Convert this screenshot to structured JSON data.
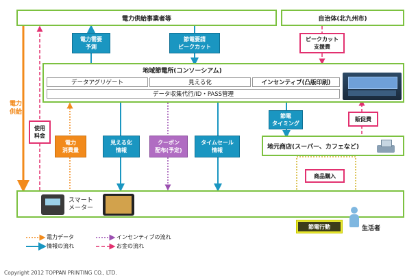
{
  "boxes": {
    "utility": "電力供給事業者等",
    "municipality": "自治体(北九州市)",
    "consortium": "地域節電所(コンソーシアム)",
    "data_aggregate": "データアグリゲート",
    "visualization": "見える化",
    "incentive": "インセンティブ(凸版印刷)",
    "data_collection": "データ収集代行/ID・PASS管理",
    "local_shops": "地元商店(スーパー、カフェなど)",
    "smart_meter": "スマート\nメーター",
    "resident": "生活者"
  },
  "tags": {
    "power_demand": "電力需要\n予測",
    "saving_request": "節電要請\nピークカット",
    "peak_cut_subsidy": "ピークカット\n支援費",
    "saving_timing": "節電\nタイミング",
    "promotion_cost": "販促費",
    "power_consumption": "電力\n消費量",
    "visualization_info": "見える化\n情報",
    "coupon": "クーポン\n配布(予定)",
    "timesale_info": "タイムセール\n情報",
    "usage_fee": "使用\n料金",
    "product_purchase": "商品購入",
    "saving_action": "節電行動"
  },
  "side_label": "電力\n供給",
  "legend": {
    "power_data": "電力データ",
    "incentive_flow": "インセンティブの流れ",
    "info_flow": "情報の流れ",
    "money_flow": "お金の流れ"
  },
  "colors": {
    "green_border": "#7cc140",
    "blue": "#1a96c1",
    "orange": "#f28a1b",
    "purple": "#9b4fb0",
    "pink": "#e2306f"
  },
  "copyright": "Copyright 2012 TOPPAN PRINTING CO., LTD."
}
